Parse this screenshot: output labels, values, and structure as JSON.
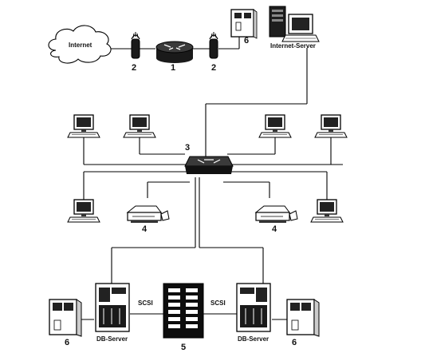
{
  "labels": {
    "internet": "Internet",
    "router": "1",
    "firewall_left": "2",
    "firewall_right": "2",
    "hub": "3",
    "printer_left": "4",
    "printer_right": "4",
    "storage_array": "5",
    "backup_top": "6",
    "backup_left": "6",
    "backup_right": "6",
    "internet_server": "Internet-Server",
    "db_server_left": "DB-Server",
    "db_server_right": "DB-Server",
    "scsi_left": "SCSI",
    "scsi_right": "SCSI"
  }
}
